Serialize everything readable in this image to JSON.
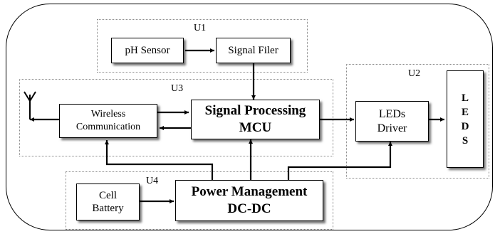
{
  "groups": {
    "u1": "U1",
    "u2": "U2",
    "u3": "U3",
    "u4": "U4"
  },
  "blocks": {
    "ph_sensor": "pH Sensor",
    "signal_filter": "Signal Filer",
    "wireless": [
      "Wireless",
      "Communication"
    ],
    "signal_processing": [
      "Signal Processing",
      "MCU"
    ],
    "leds_driver": [
      "LEDs",
      "Driver"
    ],
    "leds": [
      "L",
      "E",
      "D",
      "S"
    ],
    "cell_battery": [
      "Cell",
      "Battery"
    ],
    "power_management": [
      "Power Management",
      "DC-DC"
    ]
  },
  "colors": {
    "line": "#000000",
    "group_border": "#8a8a8a"
  },
  "icons": {
    "antenna": "antenna-icon"
  }
}
